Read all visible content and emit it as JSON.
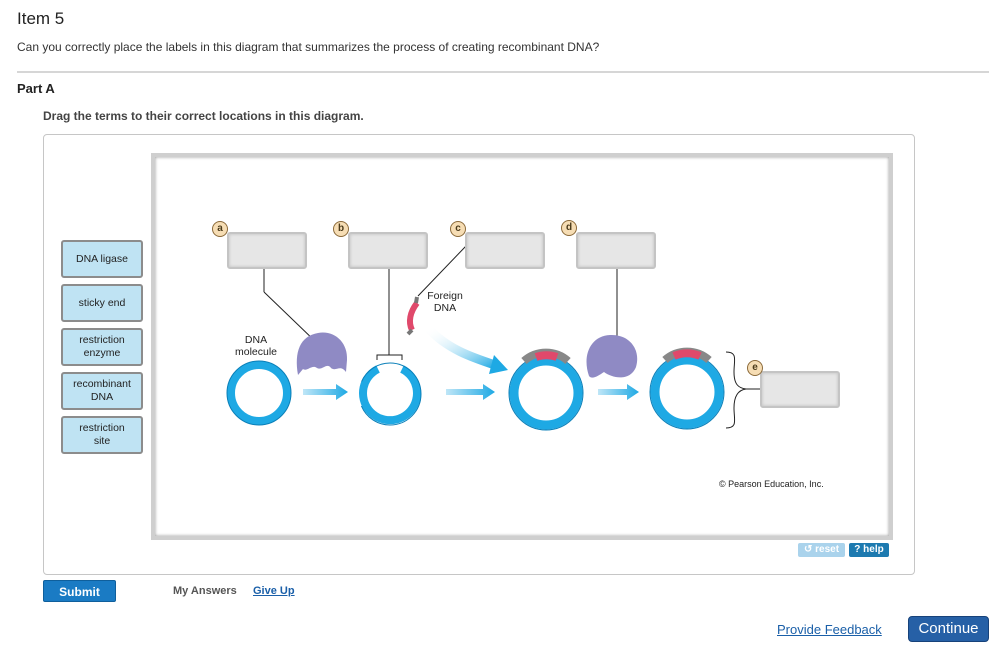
{
  "item_title": "Item 5",
  "question": "Can you correctly place the labels in this diagram that summarizes the process of creating recombinant DNA?",
  "part_label": "Part A",
  "instruction": "Drag the terms to their correct locations in this diagram.",
  "terms": [
    {
      "label": "DNA ligase"
    },
    {
      "label": "sticky end"
    },
    {
      "label": "restriction enzyme"
    },
    {
      "label": "recombinant DNA"
    },
    {
      "label": "restriction site"
    }
  ],
  "slots": [
    {
      "letter": "a"
    },
    {
      "letter": "b"
    },
    {
      "letter": "c"
    },
    {
      "letter": "d"
    },
    {
      "letter": "e"
    }
  ],
  "diagram": {
    "dna_label": "DNA molecule",
    "foreign_label": "Foreign DNA",
    "copyright": "© Pearson Education, Inc."
  },
  "controls": {
    "reset": "reset",
    "help": "help",
    "reset_icon": "reset-icon",
    "help_icon": "question-mark-icon"
  },
  "footer": {
    "submit": "Submit",
    "my_answers": "My Answers",
    "give_up": "Give Up",
    "feedback": "Provide Feedback",
    "continue": "Continue"
  },
  "colors": {
    "plasmid": "#1ea9e4",
    "enzyme": "#8f8ac4",
    "foreign_dna": "#e0496b",
    "arrow": "#1ea9e4",
    "submit": "#1a7bc4",
    "continue": "#2660a6"
  }
}
